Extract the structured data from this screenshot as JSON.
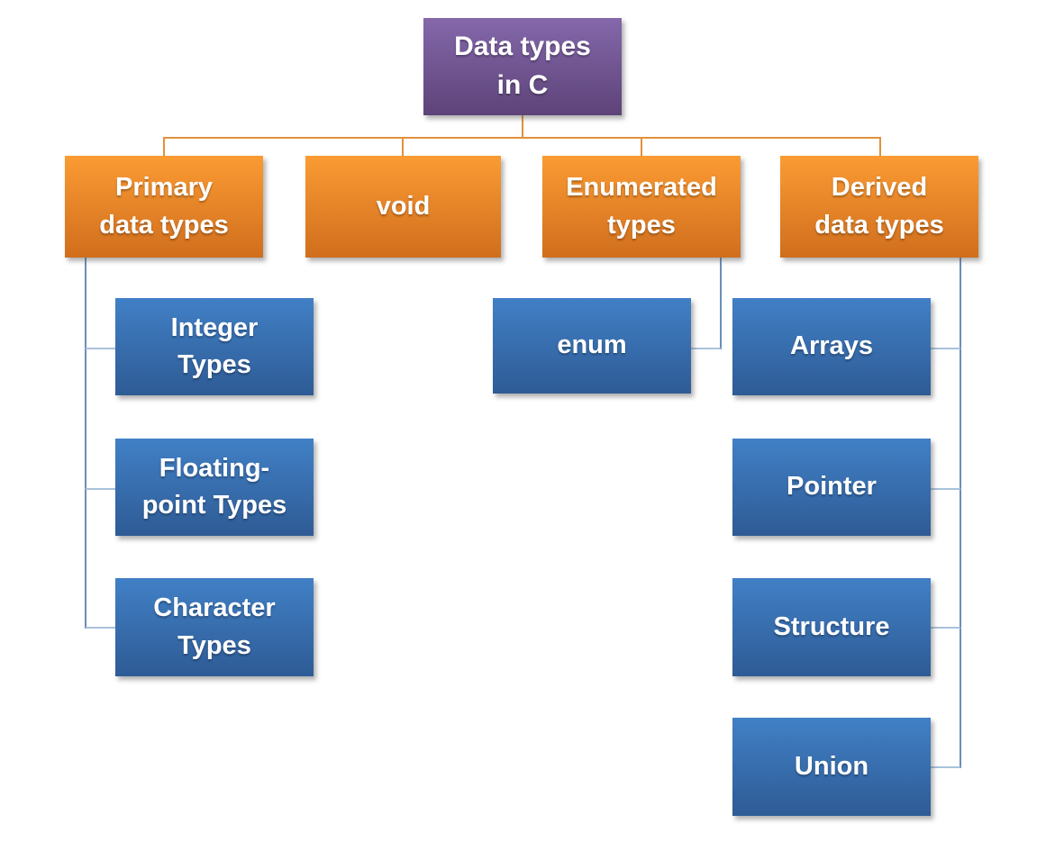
{
  "diagram": {
    "title": "Data types in C",
    "nodes": {
      "root": {
        "label": "Data types\nin C"
      },
      "primary": {
        "label": "Primary\ndata types"
      },
      "void": {
        "label": "void"
      },
      "enumerated": {
        "label": "Enumerated\ntypes"
      },
      "derived": {
        "label": "Derived\ndata types"
      },
      "integer": {
        "label": "Integer\nTypes"
      },
      "floating": {
        "label": "Floating-\npoint Types"
      },
      "character": {
        "label": "Character\nTypes"
      },
      "enum": {
        "label": "enum"
      },
      "arrays": {
        "label": "Arrays"
      },
      "pointer": {
        "label": "Pointer"
      },
      "structure": {
        "label": "Structure"
      },
      "union": {
        "label": "Union"
      }
    },
    "hierarchy": {
      "root": "Data types in C",
      "children": [
        {
          "label": "Primary data types",
          "children": [
            "Integer Types",
            "Floating-point Types",
            "Character Types"
          ]
        },
        {
          "label": "void",
          "children": []
        },
        {
          "label": "Enumerated types",
          "children": [
            "enum"
          ]
        },
        {
          "label": "Derived data types",
          "children": [
            "Arrays",
            "Pointer",
            "Structure",
            "Union"
          ]
        }
      ]
    },
    "colors": {
      "purple-top": "#8468ab",
      "purple-bottom": "#5d4378",
      "orange-top": "#fb9b33",
      "orange-bottom": "#d06e1d",
      "blue-top": "#4180c6",
      "blue-bottom": "#2e5b95",
      "line-orange": "#e2913c",
      "line-blue-v": "#6a8eb8",
      "line-blue-h": "#a9c2dc",
      "text": "#ffffff",
      "background": "#ffffff"
    }
  }
}
